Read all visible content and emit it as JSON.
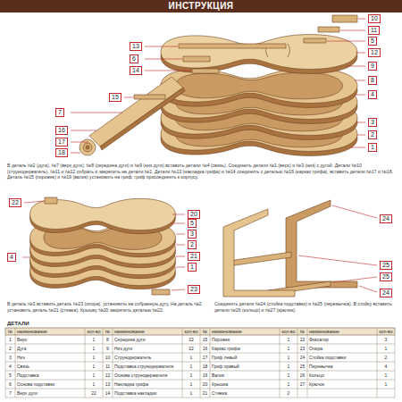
{
  "diagram": {
    "title": "ИНСТРУКЦИЯ",
    "labels": [
      "10",
      "11",
      "5",
      "13",
      "12",
      "6",
      "9",
      "14",
      "8",
      "4",
      "15",
      "7",
      "3",
      "16",
      "2",
      "17",
      "1",
      "18",
      "В деталь №2 (дуга), №7 (верх дуги), №8 (середина дуги) и №9 (низ дуги) вставить детали №4 (связь). Соединить детали №1 (верх) и №3 (низ) с дугой. Детали №10 (струнодержатель), №11 и №12 собрать и закрепить на детали №1. Детали №13 (накладка грифа) и №14 соединить с деталью №16 (каркас грифа), вставить детали №17 и №18. Деталь №15 (порожек) и №19 (валик) установить на гриф, гриф присоединить к корпусу.",
      "22",
      "20",
      "5",
      "3",
      "2",
      "21",
      "4",
      "1",
      "23",
      "24",
      "25",
      "25",
      "24",
      "В деталь №3 вставить деталь №23 (опора), установить на собранную дугу. На деталь №2 установить деталь №21 (стяжка). Крышку №20 закрепить деталью №22.",
      "Соединить детали №24 (стойка подставки) и №25 (перемычка). В стойку вставить детали №26 (кольцо) и №27 (крючок).",
      "ДЕТАЛИ",
      "№",
      "наименование",
      "кол-во",
      "1",
      "Верх",
      "1",
      "2",
      "Дуга",
      "1",
      "3",
      "Низ",
      "1",
      "4",
      "Связь",
      "1",
      "5",
      "Подставка",
      "1",
      "6",
      "Основа подставки",
      "1",
      "7",
      "Верх дуги",
      "22",
      "№",
      "наименование",
      "кол-во",
      "8",
      "Середина дуги",
      "22",
      "9",
      "Низ дуги",
      "22",
      "10",
      "Струнодержатель",
      "1",
      "11",
      "Подставка струнодержателя",
      "1",
      "12",
      "Основа струнодержателя",
      "1",
      "13",
      "Накладка грифа",
      "1",
      "14",
      "Подставка накладки",
      "1",
      "№",
      "наименование",
      "кол-во",
      "15",
      "Порожек",
      "1",
      "16",
      "Каркас грифа",
      "1",
      "17",
      "Гриф левый",
      "1",
      "18",
      "Гриф правый",
      "1",
      "19",
      "Валик",
      "1",
      "20",
      "Крышка",
      "1",
      "21",
      "Стяжка",
      "2",
      "№",
      "наименование",
      "кол-во",
      "22",
      "Фиксатор",
      "3",
      "23",
      "Опора",
      "1",
      "24",
      "Стойка подставки",
      "2",
      "25",
      "Перемычка",
      "4",
      "26",
      "Кольцо",
      "1",
      "27",
      "Крючок",
      "1"
    ]
  }
}
